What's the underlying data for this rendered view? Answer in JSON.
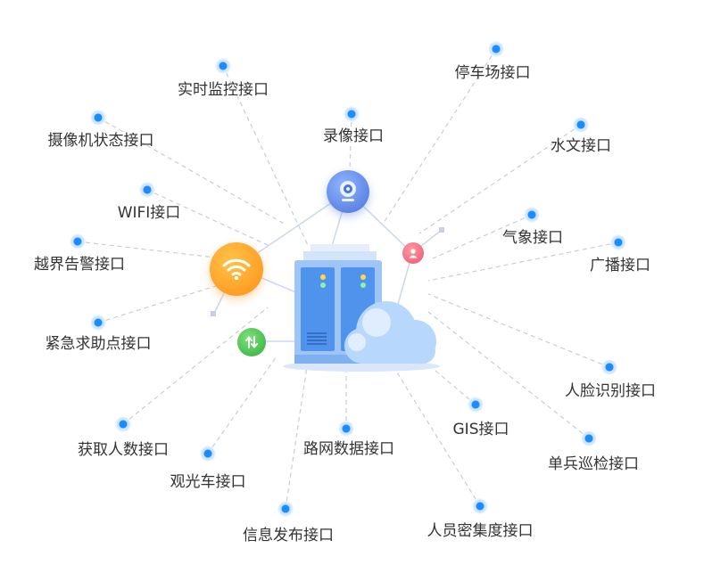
{
  "interfaces": [
    {
      "id": "realtime",
      "label": "实时监控接口"
    },
    {
      "id": "camera-status",
      "label": "摄像机状态接口"
    },
    {
      "id": "wifi",
      "label": "WIFI接口"
    },
    {
      "id": "boundary",
      "label": "越界告警接口"
    },
    {
      "id": "sos",
      "label": "紧急求助点接口"
    },
    {
      "id": "people-count",
      "label": "获取人数接口"
    },
    {
      "id": "sightseeing",
      "label": "观光车接口"
    },
    {
      "id": "info-release",
      "label": "信息发布接口"
    },
    {
      "id": "road",
      "label": "路网数据接口"
    },
    {
      "id": "recording",
      "label": "录像接口"
    },
    {
      "id": "parking",
      "label": "停车场接口"
    },
    {
      "id": "hydrology",
      "label": "水文接口"
    },
    {
      "id": "weather",
      "label": "气象接口"
    },
    {
      "id": "broadcast",
      "label": "广播接口"
    },
    {
      "id": "face",
      "label": "人脸识别接口"
    },
    {
      "id": "patrol",
      "label": "单兵巡检接口"
    },
    {
      "id": "gis",
      "label": "GIS接口"
    },
    {
      "id": "density",
      "label": "人员密集度接口"
    }
  ],
  "colors": {
    "dot": "#1a8cff",
    "line": "#c8ccd8",
    "wifi_hub": "#ff9d1e",
    "camera_hub": "#4a7fe0",
    "person_hub": "#f06a7c",
    "arrows_hub": "#3dbb4a",
    "server": "#6aa8f5",
    "cloud": "#bcd9ff"
  },
  "icons": {
    "wifi_hub": "wifi-icon",
    "camera_hub": "webcam-icon",
    "person_hub": "person-icon",
    "arrows_hub": "up-down-arrows-icon",
    "center": "server-cloud-icon"
  }
}
